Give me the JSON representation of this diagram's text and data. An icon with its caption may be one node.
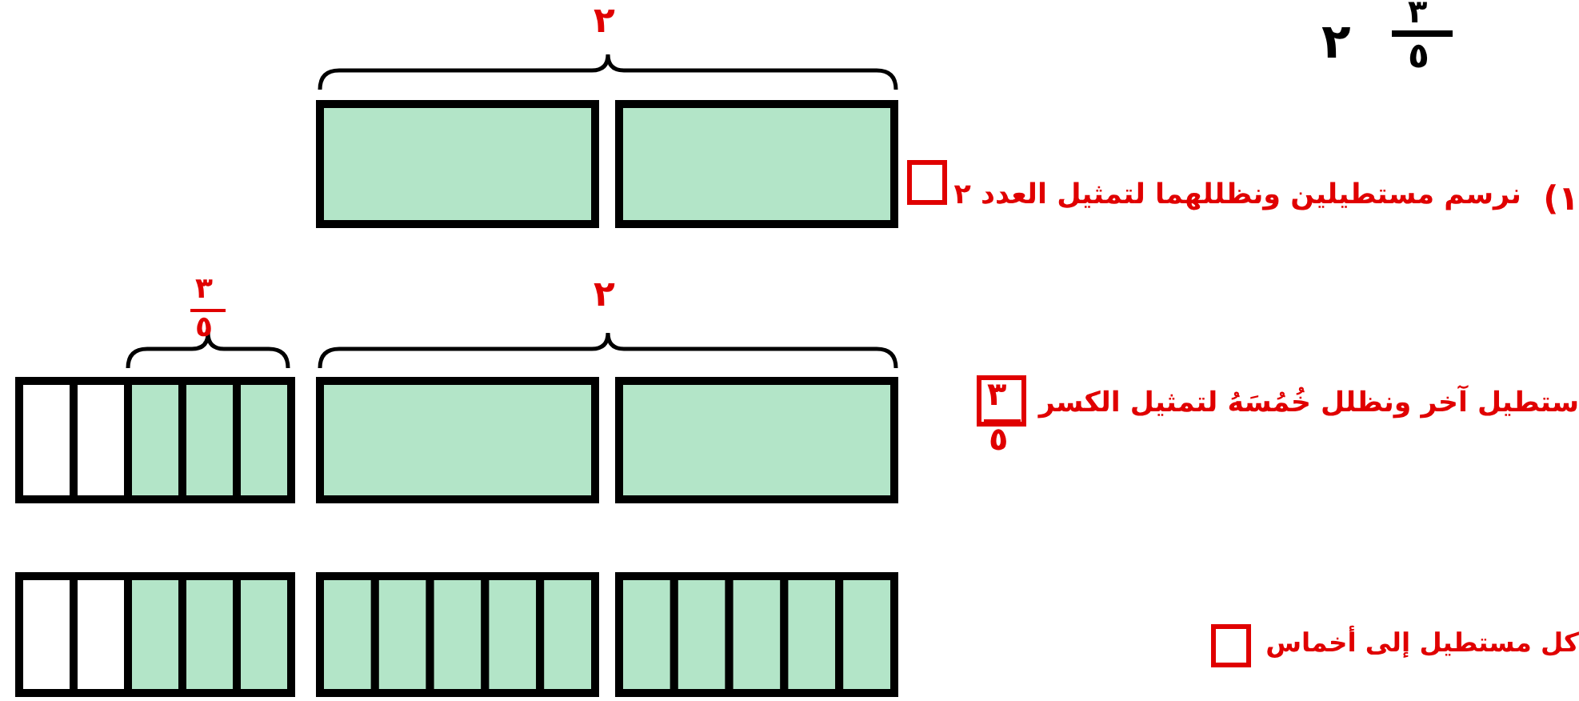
{
  "diagram": {
    "labels": [
      "٢",
      "٣",
      "٥",
      "٢",
      "١)",
      "نرسم مستطيلين ونظللهما لتمثيل العدد ٢",
      "٣",
      "٥",
      "٢",
      "ستطيل آخر ونظلل خُمُسَهُ لتمثيل الكسر",
      "٣",
      "٥",
      "كل مستطيل إلى أخماس"
    ]
  }
}
